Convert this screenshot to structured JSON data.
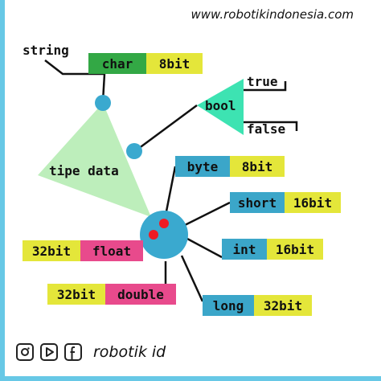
{
  "header": {
    "site_url": "www.robotikindonesia.com"
  },
  "colors": {
    "green_dark": "#33a845",
    "yellow": "#e4e63a",
    "blue": "#3ba6c9",
    "pink": "#e84a8c",
    "teal": "#3de3b2",
    "light_green": "#bdeebb",
    "node_blue": "#3aa9cf",
    "red_dot": "#ee1b24",
    "frame": "#67c8e6"
  },
  "nodes": {
    "string": "string",
    "char": {
      "name": "char",
      "size": "8bit"
    },
    "bool": "bool",
    "bool_true": "true",
    "bool_false": "false",
    "tipe_data": "tipe data",
    "byte": {
      "name": "byte",
      "size": "8bit"
    },
    "short": {
      "name": "short",
      "size": "16bit"
    },
    "int": {
      "name": "int",
      "size": "16bit"
    },
    "long": {
      "name": "long",
      "size": "32bit"
    },
    "float": {
      "name": "float",
      "size": "32bit"
    },
    "double": {
      "name": "double",
      "size": "32bit"
    }
  },
  "footer": {
    "icons": [
      "instagram-icon",
      "youtube-play-icon",
      "facebook-icon"
    ],
    "brand": "robotik id"
  }
}
